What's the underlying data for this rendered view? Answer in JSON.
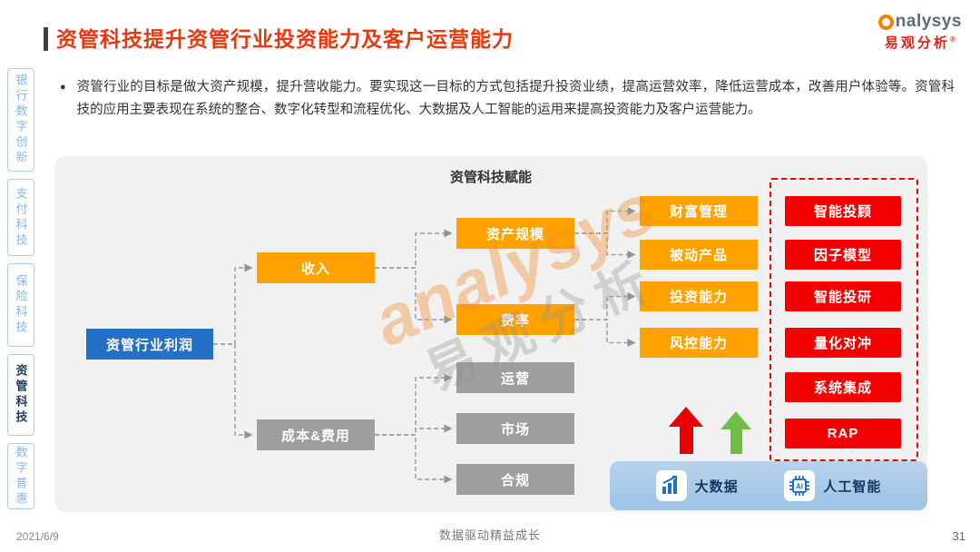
{
  "colors": {
    "accent_red": "#E8380D",
    "orange_box": "#FFA200",
    "gray_box": "#9C9EA0",
    "blue_box": "#2570C7",
    "red_box": "#F40000",
    "legend_bar_blue": "#9DC3E6",
    "green_arrow": "#6FBE44",
    "red_arrow": "#E60000",
    "sidebar_inactive": "#8AB6DF",
    "sidebar_active": "#1E3A5F"
  },
  "header": {
    "title": "资管科技提升资管行业投资能力及客户运营能力",
    "logo_brand": "nalysys",
    "logo_cn": "易观分析",
    "logo_reg": "®"
  },
  "intro": {
    "bullet": "●",
    "text": "资管行业的目标是做大资产规模，提升营收能力。要实现这一目标的方式包括提升投资业绩，提高运营效率，降低运营成本，改善用户体验等。资管科技的应用主要表现在系统的整合、数字化转型和流程优化、大数据及人工智能的运用来提高投资能力及客户运营能力。"
  },
  "sidebar": {
    "items": [
      {
        "label": "银行数字创新",
        "active": false
      },
      {
        "label": "支付科技",
        "active": false
      },
      {
        "label": "保险科技",
        "active": false
      },
      {
        "label": "资管科技",
        "active": true
      },
      {
        "label": "数字普惠",
        "active": false
      }
    ]
  },
  "diagram": {
    "title": "资管科技赋能",
    "root": "资管行业利润",
    "income": "收入",
    "cost": "成本&费用",
    "asset_scale": "资产规模",
    "fee_rate": "费率",
    "operation": "运营",
    "market": "市场",
    "compliance": "合规",
    "wealth": "财富管理",
    "passive": "被动产品",
    "invest": "投资能力",
    "risk": "风控能力",
    "tech_items": [
      "智能投顾",
      "因子模型",
      "智能投研",
      "量化对冲",
      "系统集成",
      "RAP"
    ],
    "legend": {
      "big_data": "大数据",
      "ai": "人工智能",
      "ai_badge": "AI"
    }
  },
  "watermark": {
    "en": "analysys",
    "cn": "易观分析"
  },
  "footer": {
    "date": "2021/6/9",
    "slogan": "数据驱动精益成长",
    "page": "31"
  }
}
